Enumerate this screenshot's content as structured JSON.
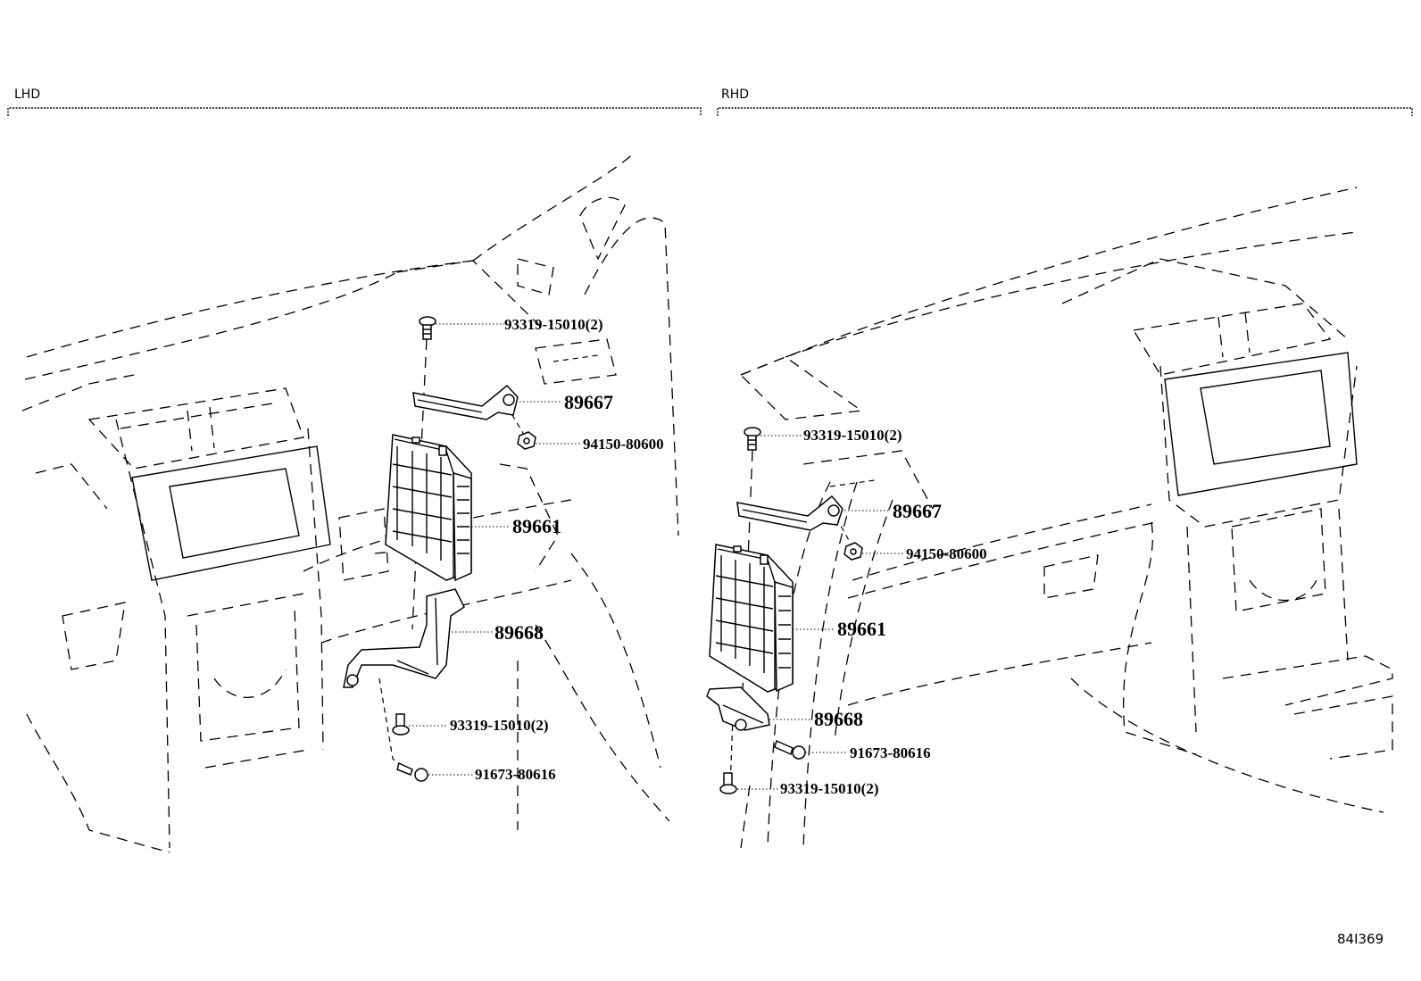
{
  "sections": {
    "lhd": {
      "title": "LHD"
    },
    "rhd": {
      "title": "RHD"
    }
  },
  "lhd_parts": {
    "screw_upper": "93319-15010(2)",
    "bracket_upper": "89667",
    "nut": "94150-80600",
    "ecu": "89661",
    "bracket_lower": "89668",
    "screw_lower": "93319-15010(2)",
    "bolt": "91673-80616"
  },
  "rhd_parts": {
    "screw_upper": "93319-15010(2)",
    "bracket_upper": "89667",
    "nut": "94150-80600",
    "ecu": "89661",
    "bracket_lower": "89668",
    "bolt": "91673-80616",
    "screw_lower": "93319-15010(2)"
  },
  "figure_ref": "84I369"
}
